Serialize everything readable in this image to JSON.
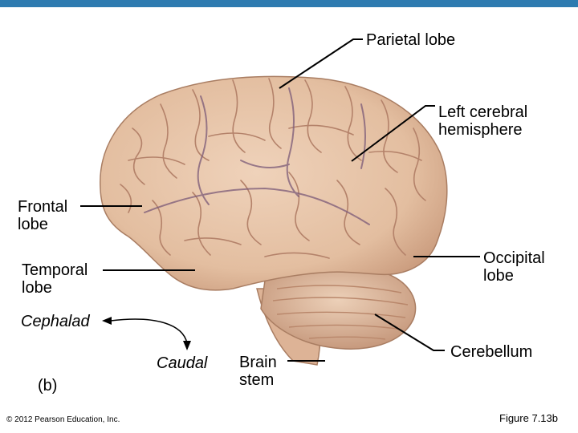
{
  "labels": {
    "parietal": "Parietal lobe",
    "left_hemisphere": "Left cerebral\nhemisphere",
    "frontal": "Frontal\nlobe",
    "temporal": "Temporal\nlobe",
    "occipital": "Occipital\nlobe",
    "cephalad": "Cephalad",
    "caudal": "Caudal",
    "brainstem": "Brain\nstem",
    "cerebellum": "Cerebellum",
    "panel": "(b)"
  },
  "footer": {
    "copyright": "© 2012 Pearson Education, Inc.",
    "figure": "Figure 7.13b"
  },
  "colors": {
    "accent_bar": "#2e7bb0",
    "tissue": "#e6c3a6",
    "tissue_dark": "#cfa083",
    "vessel": "#7b5a78"
  }
}
